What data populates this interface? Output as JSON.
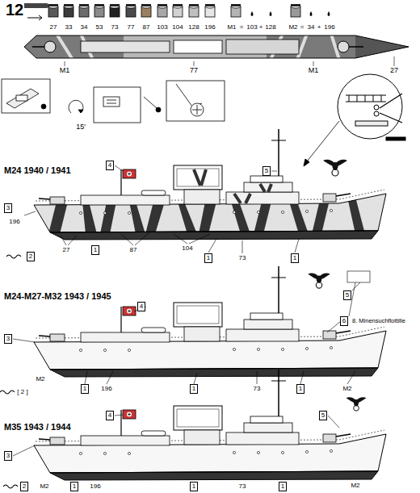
{
  "diagram": {
    "nodes": [
      {
        "text": [
          "4"
        ]
      },
      {
        "text": [
          "5"
        ]
      },
      {
        "text": [
          "3"
        ]
      },
      {
        "text": [
          "2"
        ]
      },
      {
        "text": [
          "1"
        ]
      },
      {
        "text": [
          "1"
        ]
      },
      {
        "text": [
          "1"
        ]
      },
      {
        "text": [
          "4"
        ]
      },
      {
        "text": [
          "3"
        ]
      },
      {
        "text": [
          "5"
        ]
      },
      {
        "text": [
          "6"
        ]
      },
      {
        "text": [
          "1"
        ]
      },
      {
        "text": [
          "1"
        ]
      },
      {
        "text": [
          "1"
        ]
      },
      {
        "text": [
          "4"
        ]
      },
      {
        "text": [
          "3"
        ]
      },
      {
        "text": [
          "5"
        ]
      },
      {
        "text": [
          "2"
        ]
      },
      {
        "text": [
          "1"
        ]
      },
      {
        "text": [
          "1"
        ]
      },
      {
        "text": [
          "1"
        ]
      }
    ],
    "labels": [
      "12",
      "27",
      "33",
      "34",
      "53",
      "73",
      "77",
      "87",
      "103",
      "104",
      "128",
      "196",
      "M1",
      "=",
      "103",
      "+",
      "128",
      "M2",
      "=",
      "34",
      "+",
      "196",
      "M1",
      "77",
      "M1",
      "27",
      "15'",
      "M24 1940 / 1941",
      "196",
      "27",
      "87",
      "104",
      "73",
      "M24-M27-M32 1943 / 1945",
      "8. Minensuchflottille",
      "[ 2 ]",
      "M2",
      "196",
      "73",
      "M2",
      "M35 1943 / 1944",
      "M2",
      "196",
      "73",
      "M2"
    ]
  }
}
